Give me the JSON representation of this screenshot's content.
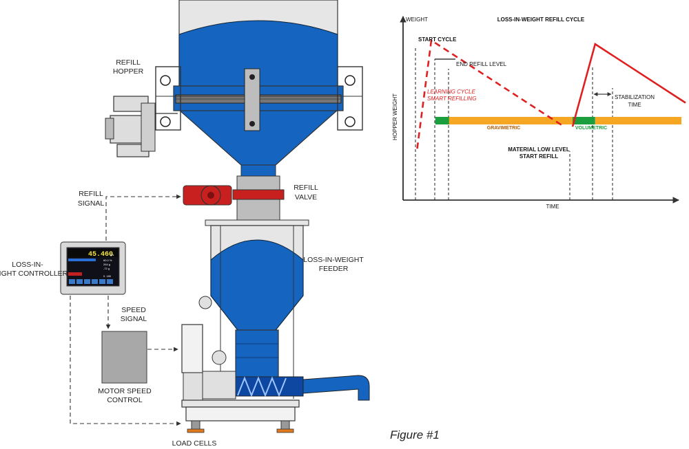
{
  "machine": {
    "refill_hopper_line1": "REFILL",
    "refill_hopper_line2": "HOPPER",
    "refill_signal_line1": "REFILL",
    "refill_signal_line2": "SIGNAL",
    "refill_valve_line1": "REFILL",
    "refill_valve_line2": "VALVE",
    "liw_feeder_line1": "LOSS-IN-WEIGHT",
    "liw_feeder_line2": "FEEDER",
    "liw_controller_line1": "LOSS-IN-",
    "liw_controller_line2": "WEIGHT CONTROLLER",
    "speed_signal_line1": "SPEED",
    "speed_signal_line2": "SIGNAL",
    "motor_speed_line1": "MOTOR SPEED",
    "motor_speed_line2": "CONTROL",
    "load_cells": "LOAD CELLS",
    "figure_caption": "Figure #1",
    "controller_display": {
      "main_value": "45.460",
      "main_unit": "g/s",
      "row1": "60.0 %",
      "row2": "264 g",
      "row3": "-72 g",
      "row4": "0. 180"
    }
  },
  "colors": {
    "hopper_blue": "#1565c0",
    "steel": "#d9d9d9",
    "valve_red": "#c8201e",
    "signal_line": "#333333",
    "gravimetric_band": "#f5a623",
    "volumetric_band": "#1b9e3e",
    "refill_line": "#e02020"
  },
  "chart_data": {
    "type": "line",
    "title": "LOSS-IN-WEIGHT REFILL CYCLE",
    "ylabel_top": "WEIGHT",
    "ylabel_side": "HOPPER WEIGHT",
    "xlabel": "TIME",
    "grid": false,
    "annotations": {
      "start_cycle": "START CYCLE",
      "end_refill_level": "END REFILL LEVEL",
      "learning_cycle_line1": "LEARNING CYCLE",
      "learning_cycle_line2": "SMART REFILLING",
      "gravimetric": "GRAVIMETRIC",
      "volumetric": "VOLUMETRIC",
      "material_low_line1": "MATERIAL LOW LEVEL",
      "material_low_line2": "START REFILL",
      "stabilization_line1": "STABILIZATION",
      "stabilization_line2": "TIME"
    },
    "series": [
      {
        "style": "dashed",
        "x": [
          0.05,
          0.1,
          0.57
        ],
        "y": [
          0.28,
          0.87,
          0.4
        ]
      },
      {
        "style": "solid",
        "x": [
          0.6,
          0.68,
          1.0
        ],
        "y": [
          0.4,
          0.85,
          0.53
        ]
      }
    ],
    "bands": [
      {
        "label": "GRAVIMETRIC",
        "x0": 0.14,
        "x1": 0.6
      },
      {
        "label": "VOLUMETRIC",
        "x0": 0.6,
        "x1": 0.68
      }
    ]
  }
}
